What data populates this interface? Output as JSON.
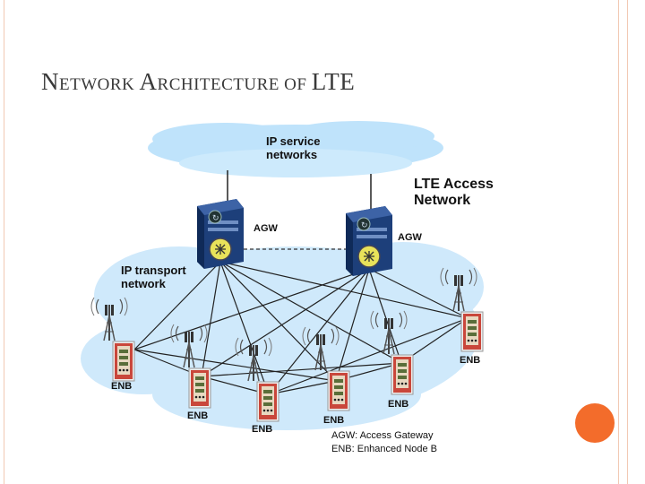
{
  "slide": {
    "title_parts": [
      "N",
      "ETWORK ",
      "A",
      "RCHITECTURE ",
      "OF ",
      "LTE"
    ],
    "accent_color": "#f36c2b",
    "frame_color": "#f2c9b4"
  },
  "diagram": {
    "cloud_service_label_lines": [
      "IP service",
      "networks"
    ],
    "access_network_label_lines": [
      "LTE Access",
      "Network"
    ],
    "transport_label_lines": [
      "IP transport",
      "network"
    ],
    "gateways": [
      {
        "label": "AGW",
        "icon": "router-gateway-icon"
      },
      {
        "label": "AGW",
        "icon": "router-gateway-icon"
      }
    ],
    "enodebs": [
      {
        "label": "ENB",
        "icon": "cell-tower-icon"
      },
      {
        "label": "ENB",
        "icon": "cell-tower-icon"
      },
      {
        "label": "ENB",
        "icon": "cell-tower-icon"
      },
      {
        "label": "ENB",
        "icon": "cell-tower-icon"
      },
      {
        "label": "ENB",
        "icon": "cell-tower-icon"
      },
      {
        "label": "ENB",
        "icon": "cell-tower-icon"
      }
    ],
    "legend": [
      "AGW: Access Gateway",
      "ENB: Enhanced Node B"
    ],
    "colors": {
      "cloud": "#bfe3fb",
      "gateway": "#1d3f7a",
      "enb_box": "#c9473b"
    }
  }
}
